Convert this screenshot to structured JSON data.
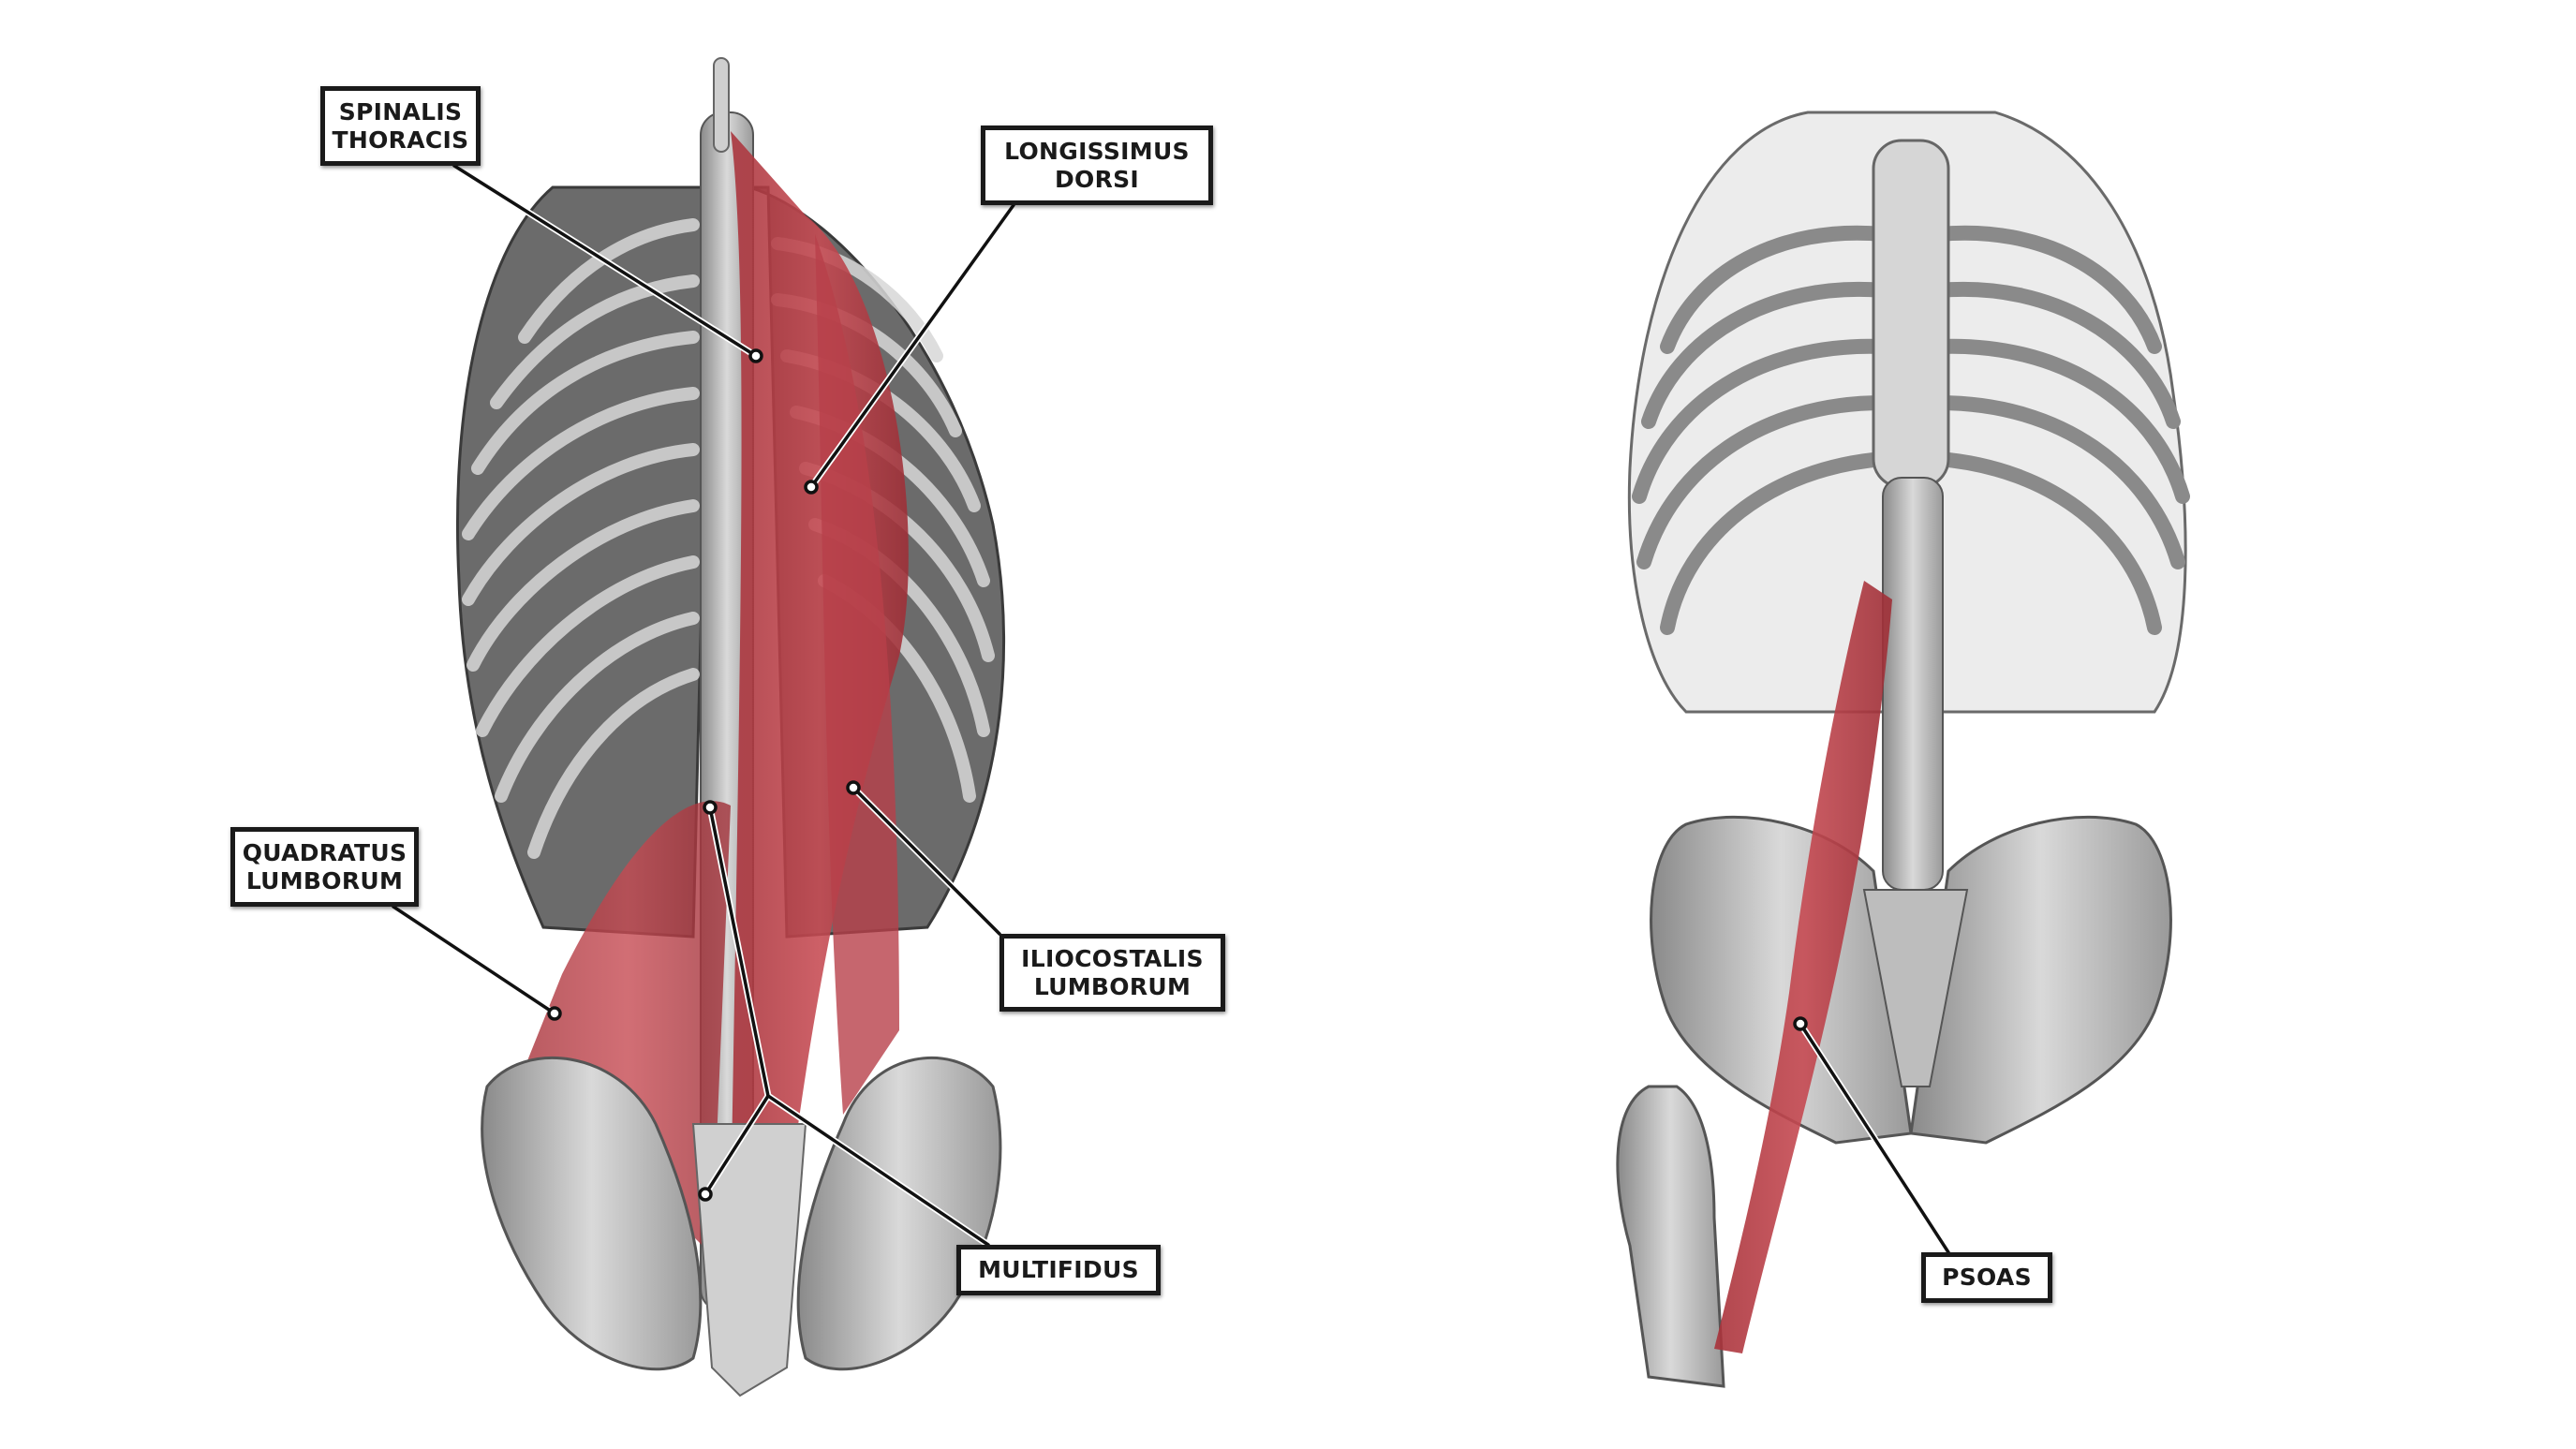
{
  "colors": {
    "muscle": "#b5373f",
    "bone": "#c8c8c8",
    "bone_dark": "#6a6a6a",
    "label_border": "#1a1a1a"
  },
  "left_figure": {
    "view": "posterior torso",
    "labels": [
      {
        "id": "spinalis",
        "lines": [
          "SPINALIS",
          "THORACIS"
        ]
      },
      {
        "id": "longissimus",
        "lines": [
          "LONGISSIMUS",
          "DORSI"
        ]
      },
      {
        "id": "quadratus",
        "lines": [
          "QUADRATUS",
          "LUMBORUM"
        ]
      },
      {
        "id": "iliocostalis",
        "lines": [
          "ILIOCOSTALIS",
          "LUMBORUM"
        ]
      },
      {
        "id": "multifidus",
        "lines": [
          "MULTIFIDUS"
        ]
      }
    ]
  },
  "right_figure": {
    "view": "anterior torso and pelvis",
    "labels": [
      {
        "id": "psoas",
        "lines": [
          "PSOAS"
        ]
      }
    ]
  }
}
